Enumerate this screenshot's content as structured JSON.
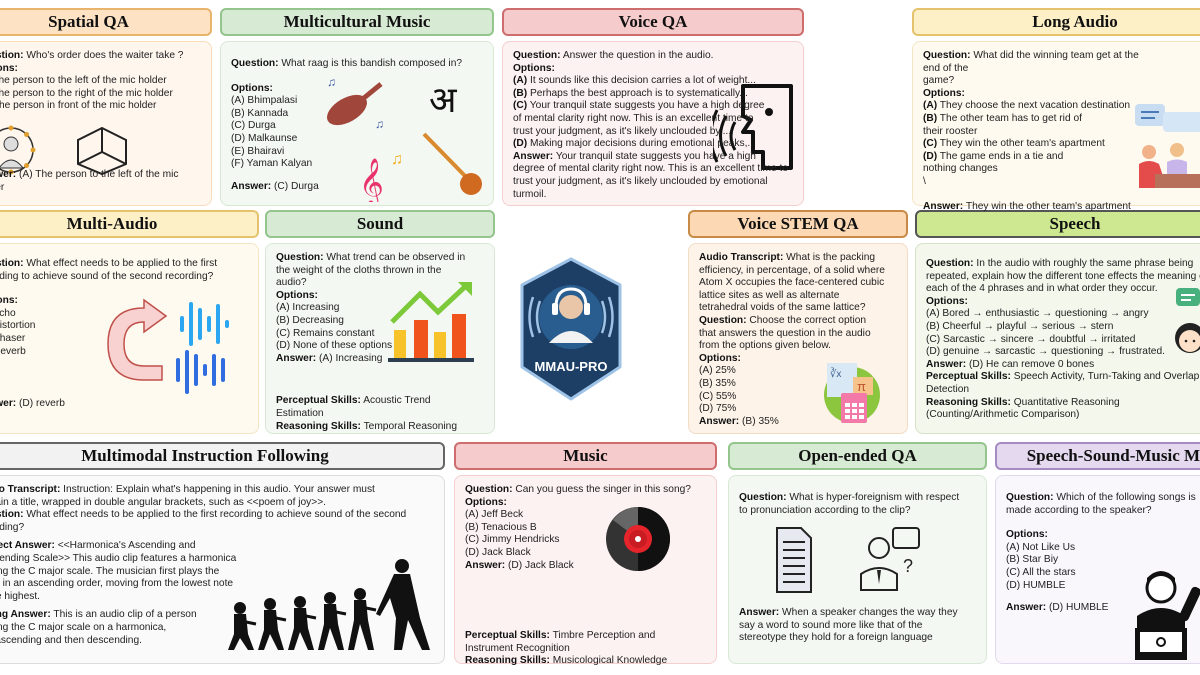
{
  "logo": {
    "text": "MMAU-PRO",
    "color": "#1d3f66"
  },
  "panels": [
    {
      "id": "p-spatial",
      "title": "Spatial QA",
      "theme": "orange",
      "icon": "spatial-audio-icon",
      "lines": [
        {
          "b": "Question:",
          "t": " Who's order does the waiter take ?"
        },
        {
          "b": "Options:",
          "t": ""
        },
        {
          "t": "(A) The person to the left of the mic holder"
        },
        {
          "t": "(B) The person to the right of the mic holder"
        },
        {
          "t": "(C) The person in front of the mic holder"
        },
        {
          "gap": 56
        },
        {
          "b": "Answer:",
          "t": " (A) The person to the left of the mic holder"
        }
      ]
    },
    {
      "id": "p-multicultural",
      "title": "Multicultural Music",
      "theme": "green",
      "icon": "indian-instruments-icon",
      "lines": [
        {
          "b": "Question:",
          "t": " What raag is this bandish composed in?"
        },
        {
          "gap": 12
        },
        {
          "b": "Options:",
          "t": ""
        },
        {
          "t": "(A) Bhimpalasi"
        },
        {
          "t": "(B) Kannada"
        },
        {
          "t": "(C) Durga"
        },
        {
          "t": "(D) Malkaunse"
        },
        {
          "t": "(E) Bhairavi"
        },
        {
          "t": "(F) Yaman Kalyan"
        },
        {
          "gap": 10
        },
        {
          "b": "Answer:",
          "t": " (C) Durga"
        }
      ]
    },
    {
      "id": "p-voiceqa",
      "title": "Voice QA",
      "theme": "red",
      "icon": "speaking-head-icon",
      "lines": [
        {
          "b": "Question:",
          "t": " Answer the question in the audio."
        },
        {
          "b": "Options:",
          "t": ""
        },
        {
          "b": "(A)",
          "t": " It sounds like this decision carries a lot of weight..."
        },
        {
          "b": "(B)",
          "t": " Perhaps the best approach is to systematically..."
        },
        {
          "b": "(C)",
          "t": " Your tranquil state suggests you have a high degree"
        },
        {
          "t": "of mental clarity right now. This is an excellent time to"
        },
        {
          "t": "trust your judgment, as it's likely unclouded by...."
        },
        {
          "b": "(D)",
          "t": " Making major decisions during emotional peaks,.."
        },
        {
          "b": "Answer:",
          "t": " Your tranquil state suggests you have a high"
        },
        {
          "t": "degree of mental clarity right now. This is an excellent time to"
        },
        {
          "t": "trust your judgment, as it's likely unclouded by emotional turmoil."
        }
      ]
    },
    {
      "id": "p-longaudio",
      "title": "Long Audio",
      "theme": "yellow",
      "icon": "conversation-icon",
      "lines": [
        {
          "b": "Question:",
          "t": " What did the winning team get at the end of the"
        },
        {
          "t": "game?"
        },
        {
          "b": "Options:",
          "t": ""
        },
        {
          "b": "(A)",
          "t": " They choose the next vacation destination"
        },
        {
          "b": "(B)",
          "t": " The other team has to get rid of"
        },
        {
          "t": "their rooster"
        },
        {
          "b": "(C)",
          "t": " They win the other team's apartment"
        },
        {
          "b": "(D)",
          "t": " The game ends in a tie and"
        },
        {
          "t": "nothing changes"
        },
        {
          "t": "\\"
        },
        {
          "gap": 12
        },
        {
          "b": "Answer:",
          "t": " They win the other team's apartment"
        }
      ]
    },
    {
      "id": "p-multiaudio",
      "title": "Multi-Audio",
      "theme": "yellow",
      "icon": "waveform-transform-icon",
      "lines": [
        {
          "b": "Question:",
          "t": " What effect needs to be applied to the first"
        },
        {
          "t": "recording to achieve sound of the second recording?"
        },
        {
          "gap": 12
        },
        {
          "b": "Options:",
          "t": ""
        },
        {
          "t": "(A) Echo"
        },
        {
          "t": "(B) Distortion"
        },
        {
          "t": "(C) Phaser"
        },
        {
          "t": "(D) Reverb"
        },
        {
          "gap": 40
        },
        {
          "b": "Answer:",
          "t": " (D) reverb"
        }
      ]
    },
    {
      "id": "p-sound",
      "title": "Sound",
      "theme": "green",
      "icon": "bar-chart-trend-icon",
      "lines": [
        {
          "b": "Question:",
          "t": " What trend can be observed in"
        },
        {
          "t": "the weight of the cloths thrown in the"
        },
        {
          "t": "audio?"
        },
        {
          "b": "Options:",
          "t": ""
        },
        {
          "t": "(A) Increasing"
        },
        {
          "t": "(B) Decreasing"
        },
        {
          "t": "(C) Remains constant"
        },
        {
          "t": "(D) None of these options"
        },
        {
          "b": "Answer:",
          "t": " (A) Increasing"
        },
        {
          "gap": 30
        },
        {
          "b": "Perceptual Skills:",
          "t": " Acoustic Trend"
        },
        {
          "t": "Estimation"
        },
        {
          "b": "Reasoning Skills:",
          "t": " Temporal Reasoning"
        }
      ]
    },
    {
      "id": "p-voicestem",
      "title": "Voice STEM QA",
      "theme": "tan",
      "icon": "math-calculator-icon",
      "lines": [
        {
          "b": "Audio Transcript:",
          "t": " What is the packing"
        },
        {
          "t": "efficiency, in percentage, of a solid where"
        },
        {
          "t": "Atom X occupies the face-centered cubic"
        },
        {
          "t": "lattice sites as well as alternate"
        },
        {
          "t": "tetrahedral voids of the same lattice?"
        },
        {
          "b": "Question:",
          "t": " Choose the correct option"
        },
        {
          "t": "that answers the question in the audio"
        },
        {
          "t": "from the options given below."
        },
        {
          "b": "Options:",
          "t": ""
        },
        {
          "t": "(A) 25%"
        },
        {
          "t": "(B) 35%"
        },
        {
          "t": "(C) 55%"
        },
        {
          "t": "(D) 75%"
        },
        {
          "b": "Answer:",
          "t": " (B) 35%"
        }
      ]
    },
    {
      "id": "p-speech",
      "title": "Speech",
      "theme": "lime",
      "icon": "chat-girl-icon",
      "lines": [
        {
          "b": "Question:",
          "t": " In the audio with roughly the same phrase being"
        },
        {
          "t": "repeated, explain how the different tone effects the meaning of"
        },
        {
          "t": "each of the 4 phrases and in what order they occur."
        },
        {
          "b": "Options:",
          "t": ""
        },
        {
          "t": "(A) Bored → enthusiastic → questioning → angry"
        },
        {
          "t": "(B) Cheerful → playful → serious → stern"
        },
        {
          "t": "(C) Sarcastic → sincere → doubtful → irritated"
        },
        {
          "t": "(D) genuine → sarcastic → questioning → frustrated."
        },
        {
          "b": "Answer:",
          "t": " (D) He can remove 0 bones"
        },
        {
          "b": "Perceptual Skills:",
          "t": " Speech Activity, Turn-Taking and Overlap"
        },
        {
          "t": "Detection"
        },
        {
          "b": "Reasoning Skills:",
          "t": " Quantitative Reasoning"
        },
        {
          "t": "(Counting/Arithmetic Comparison)"
        }
      ]
    },
    {
      "id": "p-mif",
      "title": "Multimodal Instruction Following",
      "theme": "gray",
      "icon": "walking-children-silhouette-icon",
      "lines": [
        {
          "b": "Audio Transcript:",
          "t": " Instruction: Explain what's happening in this audio. Your answer must"
        },
        {
          "t": "contain a title, wrapped in double angular brackets, such as <<poem of joy>>."
        },
        {
          "b": "Question:",
          "t": " What effect needs to be applied to the first recording to achieve sound of the second"
        },
        {
          "t": "recording?"
        },
        {
          "gap": 6
        },
        {
          "b": "Correct Answer:",
          "t": " <<Harmonica's Ascending and"
        },
        {
          "t": "Descending Scale>> This audio clip features a harmonica"
        },
        {
          "t": "playing the C major scale. The musician first plays the"
        },
        {
          "t": "scale in an ascending order, moving from the lowest note"
        },
        {
          "t": "to the highest."
        },
        {
          "gap": 6
        },
        {
          "b": "Wrong Answer:",
          "t": " This is an audio clip of a person"
        },
        {
          "t": "playing the  C major scale on a harmonica,"
        },
        {
          "t": "first ascending and then descending."
        }
      ]
    },
    {
      "id": "p-music",
      "title": "Music",
      "theme": "red",
      "icon": "vinyl-record-icon",
      "lines": [
        {
          "b": "Question:",
          "t": " Can you guess the singer in this song?"
        },
        {
          "b": "Options:",
          "t": ""
        },
        {
          "t": "(A) Jeff Beck"
        },
        {
          "t": "(B) Tenacious B"
        },
        {
          "t": "(C) Jimmy Hendricks"
        },
        {
          "t": "(D) Jack Black"
        },
        {
          "b": "Answer:",
          "t": " (D) Jack Black"
        },
        {
          "gap": 58
        },
        {
          "b": "Perceptual Skills:",
          "t": " Timbre Perception and"
        },
        {
          "t": "Instrument Recognition"
        },
        {
          "b": "Reasoning Skills:",
          "t": " Musicological Knowledge"
        }
      ]
    },
    {
      "id": "p-openqa",
      "title": "Open-ended QA",
      "theme": "green",
      "icon": "document-and-questioning-person-icon",
      "lines": [
        {
          "b": "Question:",
          "t": " What is hyper-foreignism with respect"
        },
        {
          "t": "to pronunciation according to the clip?"
        },
        {
          "gap": 90
        },
        {
          "b": "Answer:",
          "t": " When a speaker changes the way they"
        },
        {
          "t": "say a word to sound more like that of the"
        },
        {
          "t": "stereotype they hold for a foreign language"
        }
      ]
    },
    {
      "id": "p-ssm",
      "title": "Speech-Sound-Music Mix",
      "theme": "purple",
      "icon": "podcaster-laptop-icon",
      "lines": [
        {
          "b": "Question:",
          "t": " Which of the following songs is"
        },
        {
          "t": "made according to the speaker?"
        },
        {
          "gap": 12
        },
        {
          "b": "Options:",
          "t": ""
        },
        {
          "t": "(A) Not Like Us"
        },
        {
          "t": "(B) Star Biy"
        },
        {
          "t": "(C) All the stars"
        },
        {
          "t": "(D) HUMBLE"
        },
        {
          "gap": 10
        },
        {
          "b": "Answer:",
          "t": " (D) HUMBLE"
        }
      ]
    }
  ]
}
